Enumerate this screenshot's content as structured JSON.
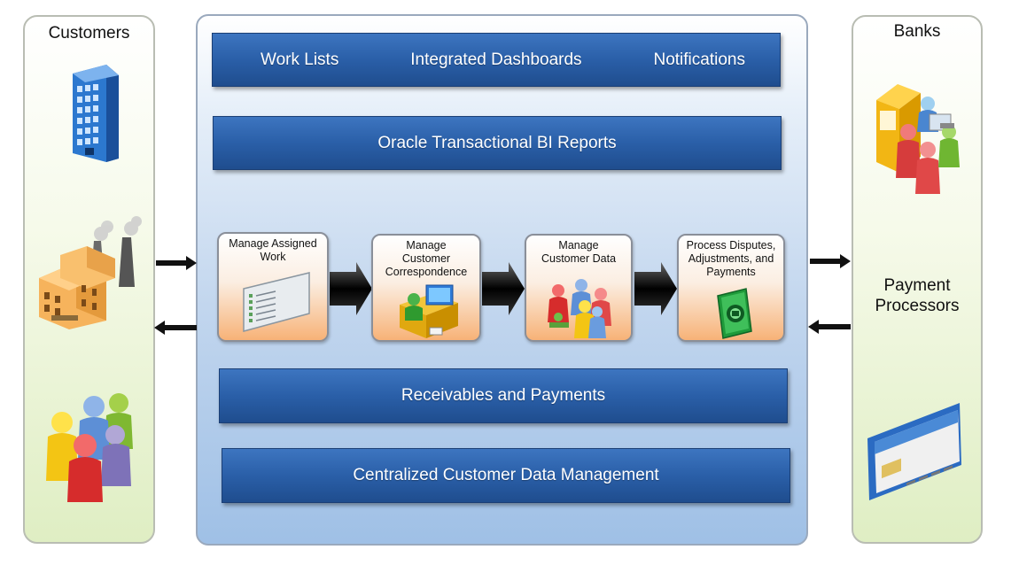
{
  "customers": {
    "title": "Customers"
  },
  "banks": {
    "title": "Banks",
    "payment_processors": "Payment\nProcessors"
  },
  "top_bar": {
    "work_lists": "Work Lists",
    "dashboards": "Integrated Dashboards",
    "notifications": "Notifications"
  },
  "reports_bar": "Oracle Transactional BI Reports",
  "process_steps": [
    {
      "label": "Manage Assigned\nWork"
    },
    {
      "label": "Manage\nCustomer\nCorrespondence"
    },
    {
      "label": "Manage\nCustomer Data"
    },
    {
      "label": "Process Disputes,\nAdjustments, and\nPayments"
    }
  ],
  "receivables_bar": "Receivables and Payments",
  "customer_data_bar": "Centralized Customer Data Management"
}
